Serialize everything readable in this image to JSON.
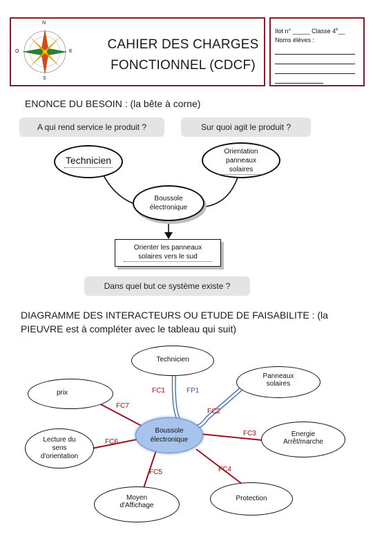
{
  "header": {
    "compass": {
      "n": "N",
      "s": "S",
      "e": "E",
      "o": "O"
    },
    "title_line1": "CAHIER DES CHARGES",
    "title_line2": "FONCTIONNEL (CDCF)",
    "ilot_label": "Ilot n° _____ Classe 4",
    "ilot_sup": "e",
    "ilot_tail": "__",
    "noms_label": "Noms élèves :"
  },
  "besoin": {
    "heading": "ENONCE DU BESOIN : (la bête à corne)",
    "q_service": "A qui rend service le produit ?",
    "q_agit": "Sur quoi agit le produit ?",
    "left_node": "Technicien",
    "right_node_line1": "Orientation",
    "right_node_line2": "panneaux",
    "right_node_line3": "solaires",
    "center_node_line1": "Boussole",
    "center_node_line2": "électronique",
    "goal_line1": "Orienter les panneaux",
    "goal_line2": "solaires vers le sud",
    "q_but": "Dans quel but ce système existe ?"
  },
  "interacteurs": {
    "heading": "DIAGRAMME DES INTERACTEURS OU ETUDE DE FAISABILITE : (la PIEUVRE est à compléter avec le tableau qui suit)",
    "center_line1": "Boussole",
    "center_line2": "électronique",
    "nodes": {
      "technicien": "Technicien",
      "panneaux_line1": "Panneaux",
      "panneaux_line2": "solaires",
      "prix": "prix",
      "energie_line1": "Energie",
      "energie_line2": "Arrêt/marche",
      "lecture_line1": "Lecture du",
      "lecture_line2": "sens",
      "lecture_line3": "d'orientation",
      "moyen_line1": "Moyen",
      "moyen_line2": "d'Affichage",
      "protection": "Protection"
    },
    "labels": {
      "fc1": "FC1",
      "fp1": "FP1",
      "fc7": "FC7",
      "fc2": "FC2",
      "fc3": "FC3",
      "fc6": "FC6",
      "fc5": "FC5",
      "fc4": "FC4"
    }
  },
  "colors": {
    "border": "#8b1a2a",
    "link": "#a01020",
    "accent_label": "#c00000",
    "center_fill": "#a9c4ec",
    "fp_link": "#4a74b8"
  }
}
